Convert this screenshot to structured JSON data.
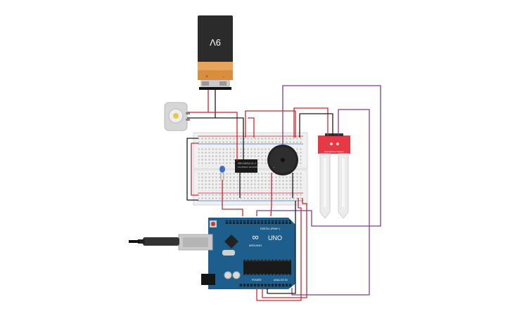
{
  "battery": {
    "label": "9V",
    "plus": "+",
    "minus": "-"
  },
  "relay": {
    "line1": "SRD-05VDC-SL-C",
    "line2": "10A 250VAC 10A 30VDC"
  },
  "arduino": {
    "logo": "∞",
    "brand": "ARDUINO",
    "model": "UNO",
    "digital_label": "DIGITAL (PWM~)",
    "power_label": "POWER",
    "analog_label": "ANALOG IN"
  },
  "sensor": {
    "label": "Soil Moisture Sensor"
  },
  "colors": {
    "wire_red": "#d2232a",
    "wire_black": "#1a1a1a",
    "wire_purple": "#7b3f8c",
    "board_blue": "#1d5e8c",
    "sensor_red": "#e63946",
    "battery_orange": "#e8a45a"
  }
}
